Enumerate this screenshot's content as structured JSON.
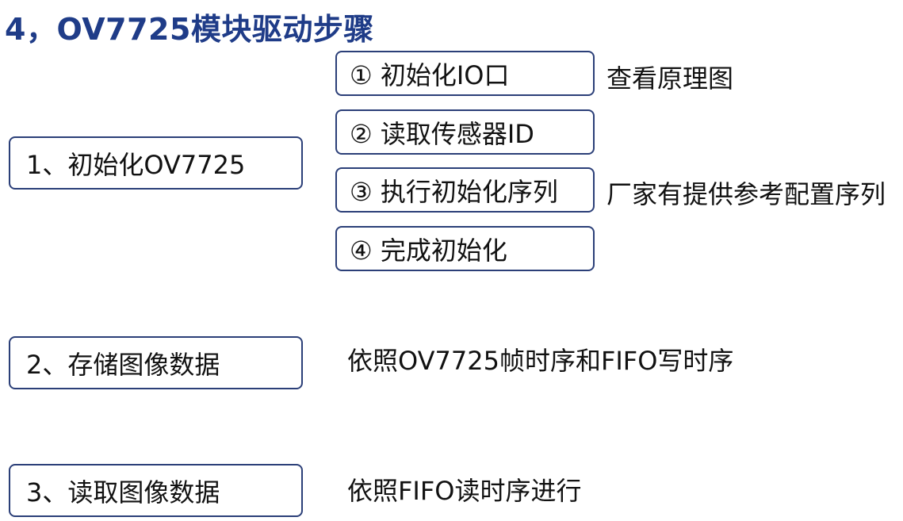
{
  "title": "4，OV7725模块驱动步骤",
  "stages": [
    {
      "label": "1、初始化OV7725"
    },
    {
      "label": "2、存储图像数据",
      "note": "依照OV7725帧时序和FIFO写时序"
    },
    {
      "label": "3、读取图像数据",
      "note": "依照FIFO读时序进行"
    }
  ],
  "init_steps": [
    {
      "label": "① 初始化IO口",
      "note": "查看原理图"
    },
    {
      "label": "② 读取传感器ID"
    },
    {
      "label": "③ 执行初始化序列",
      "note": "厂家有提供参考配置序列"
    },
    {
      "label": "④ 完成初始化"
    }
  ],
  "colors": {
    "title": "#1f3c88",
    "box_border": "#2b3f78",
    "text": "#111111"
  }
}
